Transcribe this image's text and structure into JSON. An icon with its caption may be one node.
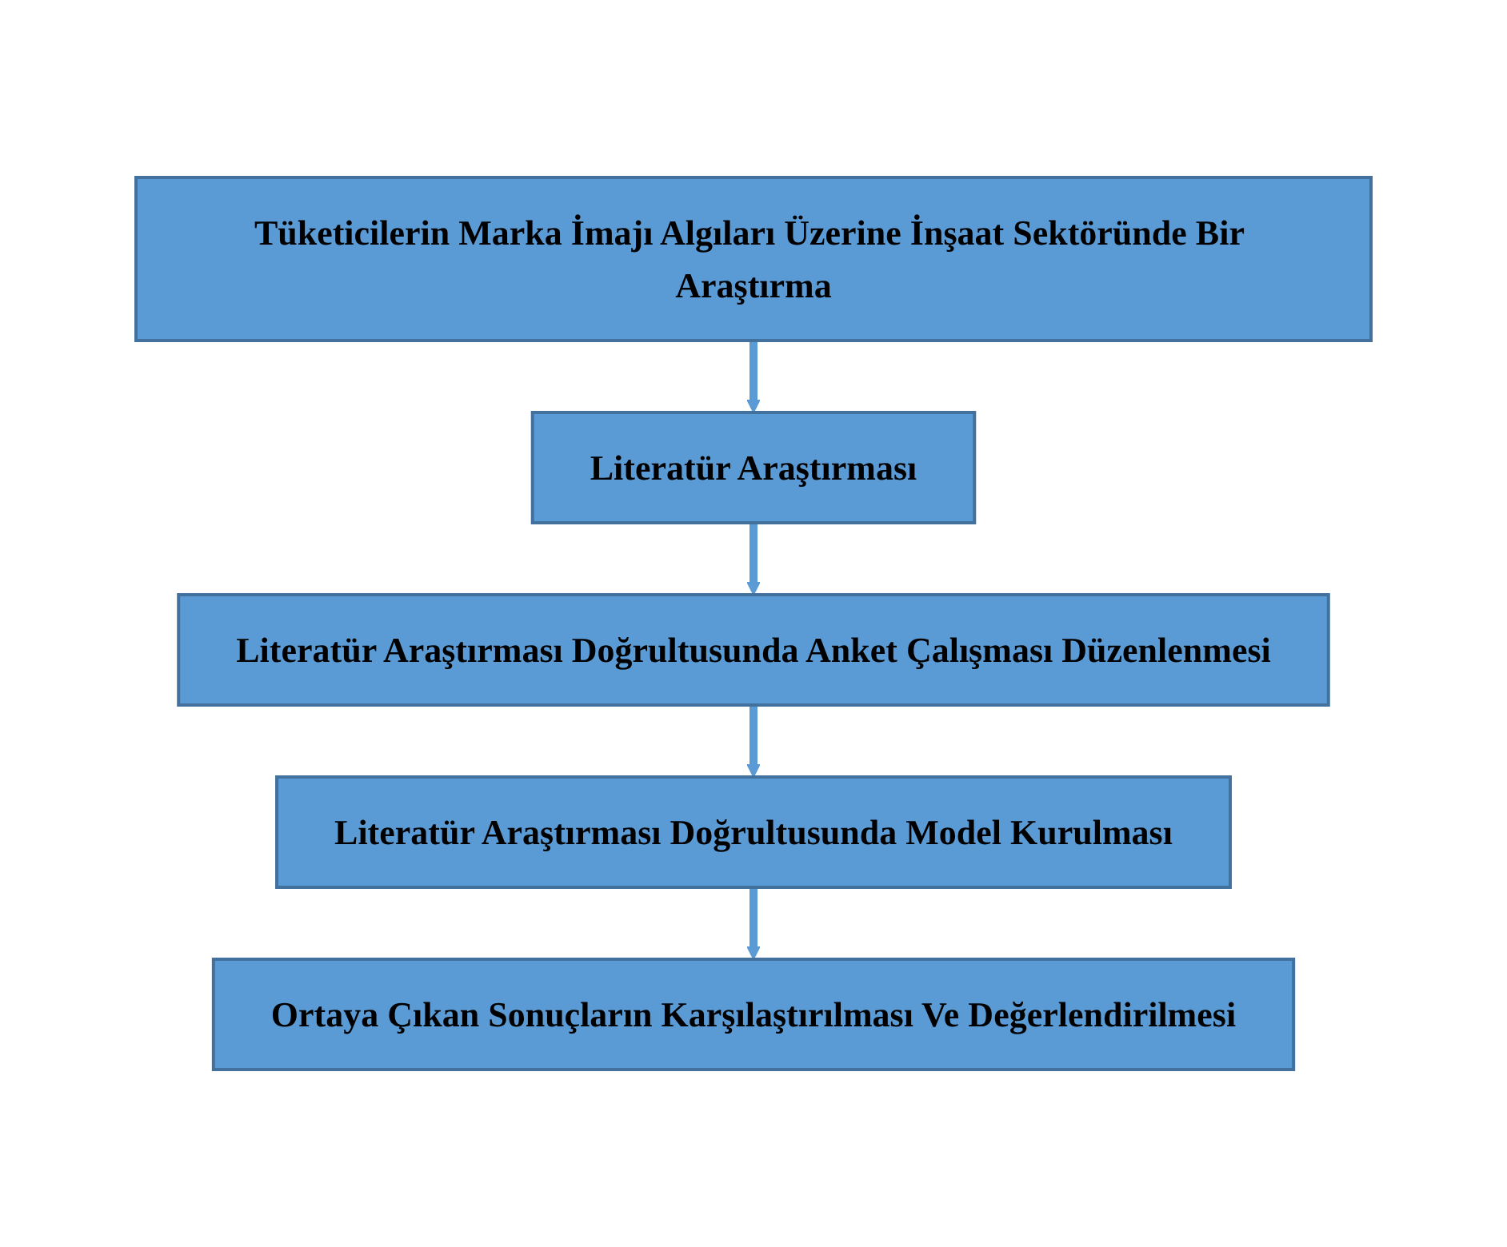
{
  "diagram": {
    "nodes": [
      {
        "text": [
          "Tüketicilerin Marka İmajı Algıları Üzerine İnşaat Sektöründe Bir Araştırma"
        ]
      },
      {
        "text": [
          "Literatür Araştırması"
        ]
      },
      {
        "text": [
          "Literatür Araştırması Doğrultusunda Anket Çalışması Düzenlenmesi"
        ]
      },
      {
        "text": [
          "Literatür Araştırması Doğrultusunda Model Kurulması"
        ]
      },
      {
        "text": [
          "Ortaya Çıkan Sonuçların Karşılaştırılması Ve Değerlendirilmesi"
        ]
      }
    ],
    "edges": [
      {
        "from": 0,
        "to": 1,
        "arrow": "to"
      },
      {
        "from": 1,
        "to": 2,
        "arrow": "to"
      },
      {
        "from": 2,
        "to": 3,
        "arrow": "to"
      },
      {
        "from": 3,
        "to": 4,
        "arrow": "to"
      }
    ]
  }
}
